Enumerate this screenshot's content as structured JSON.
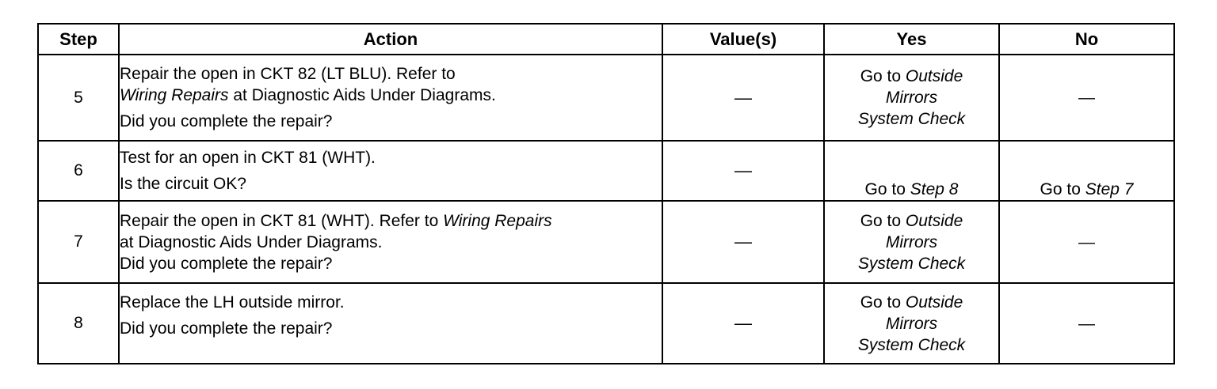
{
  "headers": {
    "step": "Step",
    "action": "Action",
    "values": "Value(s)",
    "yes": "Yes",
    "no": "No"
  },
  "rows": [
    {
      "step": "5",
      "action": {
        "l1": "Repair the open in CKT 82 (LT BLU). Refer to",
        "l2_italic": "Wiring Repairs",
        "l2_rest": " at Diagnostic Aids Under Diagrams.",
        "l3": "Did you complete the repair?"
      },
      "value": "—",
      "yes": {
        "goto": "Go to ",
        "l1_italic": "Outside",
        "l2": "Mirrors",
        "l3": "System Check"
      },
      "no": "—"
    },
    {
      "step": "6",
      "action": {
        "l1": "Test for an open in CKT 81 (WHT).",
        "l2": "Is the circuit OK?"
      },
      "value": "—",
      "yes": {
        "goto": "Go to ",
        "target": "Step 8"
      },
      "no": {
        "goto": "Go to ",
        "target": "Step 7"
      }
    },
    {
      "step": "7",
      "action": {
        "l1": "Repair the open in CKT 81 (WHT). Refer to ",
        "l1_italic": "Wiring Repairs",
        "l2": "at Diagnostic Aids Under Diagrams.",
        "l3": "Did you complete the repair?"
      },
      "value": "—",
      "yes": {
        "goto": "Go to ",
        "l1_italic": "Outside",
        "l2": "Mirrors",
        "l3": "System Check"
      },
      "no": "—"
    },
    {
      "step": "8",
      "action": {
        "l1": "Replace the LH outside mirror.",
        "l2": "Did you complete the repair?"
      },
      "value": "—",
      "yes": {
        "goto": "Go to ",
        "l1_italic": "Outside",
        "l2": "Mirrors",
        "l3": "System Check"
      },
      "no": "—"
    }
  ]
}
